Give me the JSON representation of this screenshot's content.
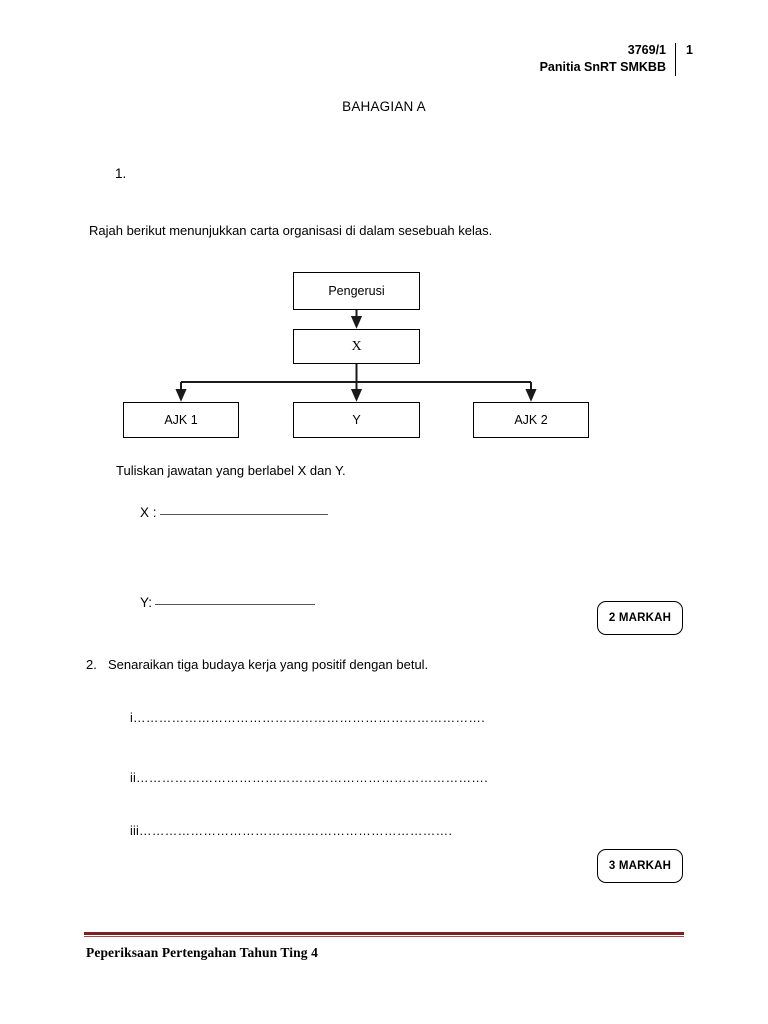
{
  "header": {
    "paper_code": "3769/1",
    "panitia": "Panitia SnRT SMKBB",
    "page_number": "1"
  },
  "section": {
    "title": "BAHAGIAN A"
  },
  "question1": {
    "number": "1.",
    "stem": "Rajah  berikut menunjukkan carta organisasi di dalam sesebuah kelas.",
    "prompt": "Tuliskan jawatan yang berlabel X dan Y.",
    "answer_x_label": "X :",
    "answer_y_label": "Y:",
    "marks_badge": "2 MARKAH"
  },
  "org_chart": {
    "nodes": {
      "chair": "Pengerusi",
      "level2": "X",
      "child1": "AJK 1",
      "child2": "Y",
      "child3": "AJK 2"
    }
  },
  "question2": {
    "number": "2.",
    "stem": "Senaraikan tiga budaya kerja yang positif dengan betul.",
    "lines": [
      {
        "roman": "i",
        "dots": "………………………………………………………………………."
      },
      {
        "roman": "ii",
        "dots": "………………………………………………………………………."
      },
      {
        "roman": "iii",
        "dots": "………………………………………………………………."
      }
    ],
    "marks_badge": "3 MARKAH"
  },
  "footer": {
    "text": "Peperiksaan Pertengahan Tahun Ting 4",
    "rule_color": "#7a2222"
  }
}
